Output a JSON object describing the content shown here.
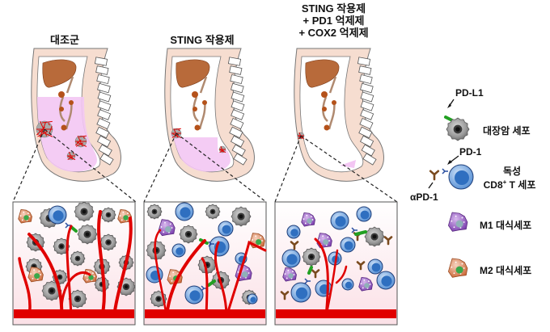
{
  "panels": [
    {
      "id": "control",
      "title_lines": [
        "대조군"
      ],
      "tumor_burden": "high"
    },
    {
      "id": "sting",
      "title_lines": [
        "STING 작용제"
      ],
      "tumor_burden": "medium"
    },
    {
      "id": "combo",
      "title_lines": [
        "STING 작용제",
        "+ PD1 억제제",
        "+ COX2 억제제"
      ],
      "tumor_burden": "low"
    }
  ],
  "legend": {
    "pdl1_label": "PD-L1",
    "tumor_cell_label": "대장암 세포",
    "pd1_label": "PD-1",
    "tcell_label_line1": "독성",
    "tcell_label_line2_prefix": "CD8",
    "tcell_label_line2_sup": "+",
    "tcell_label_line2_suffix": " T 세포",
    "antibody_label": "αPD-1",
    "m1_label": "M1 대식세포",
    "m2_label": "M2 대식세포"
  },
  "colors": {
    "vessel": "#e00000",
    "tumor_cell": "#8a8a8a",
    "tcell": "#3f7fcf",
    "m1": "#8a55b5",
    "m2": "#d97a4a",
    "pdl1": "#22a022",
    "pd1": "#2a4fa0",
    "antibody": "#7a4a1e",
    "abdomen_pink": "#f3c6f3",
    "skin": "#f6ddd0",
    "liver": "#b86a3a"
  }
}
